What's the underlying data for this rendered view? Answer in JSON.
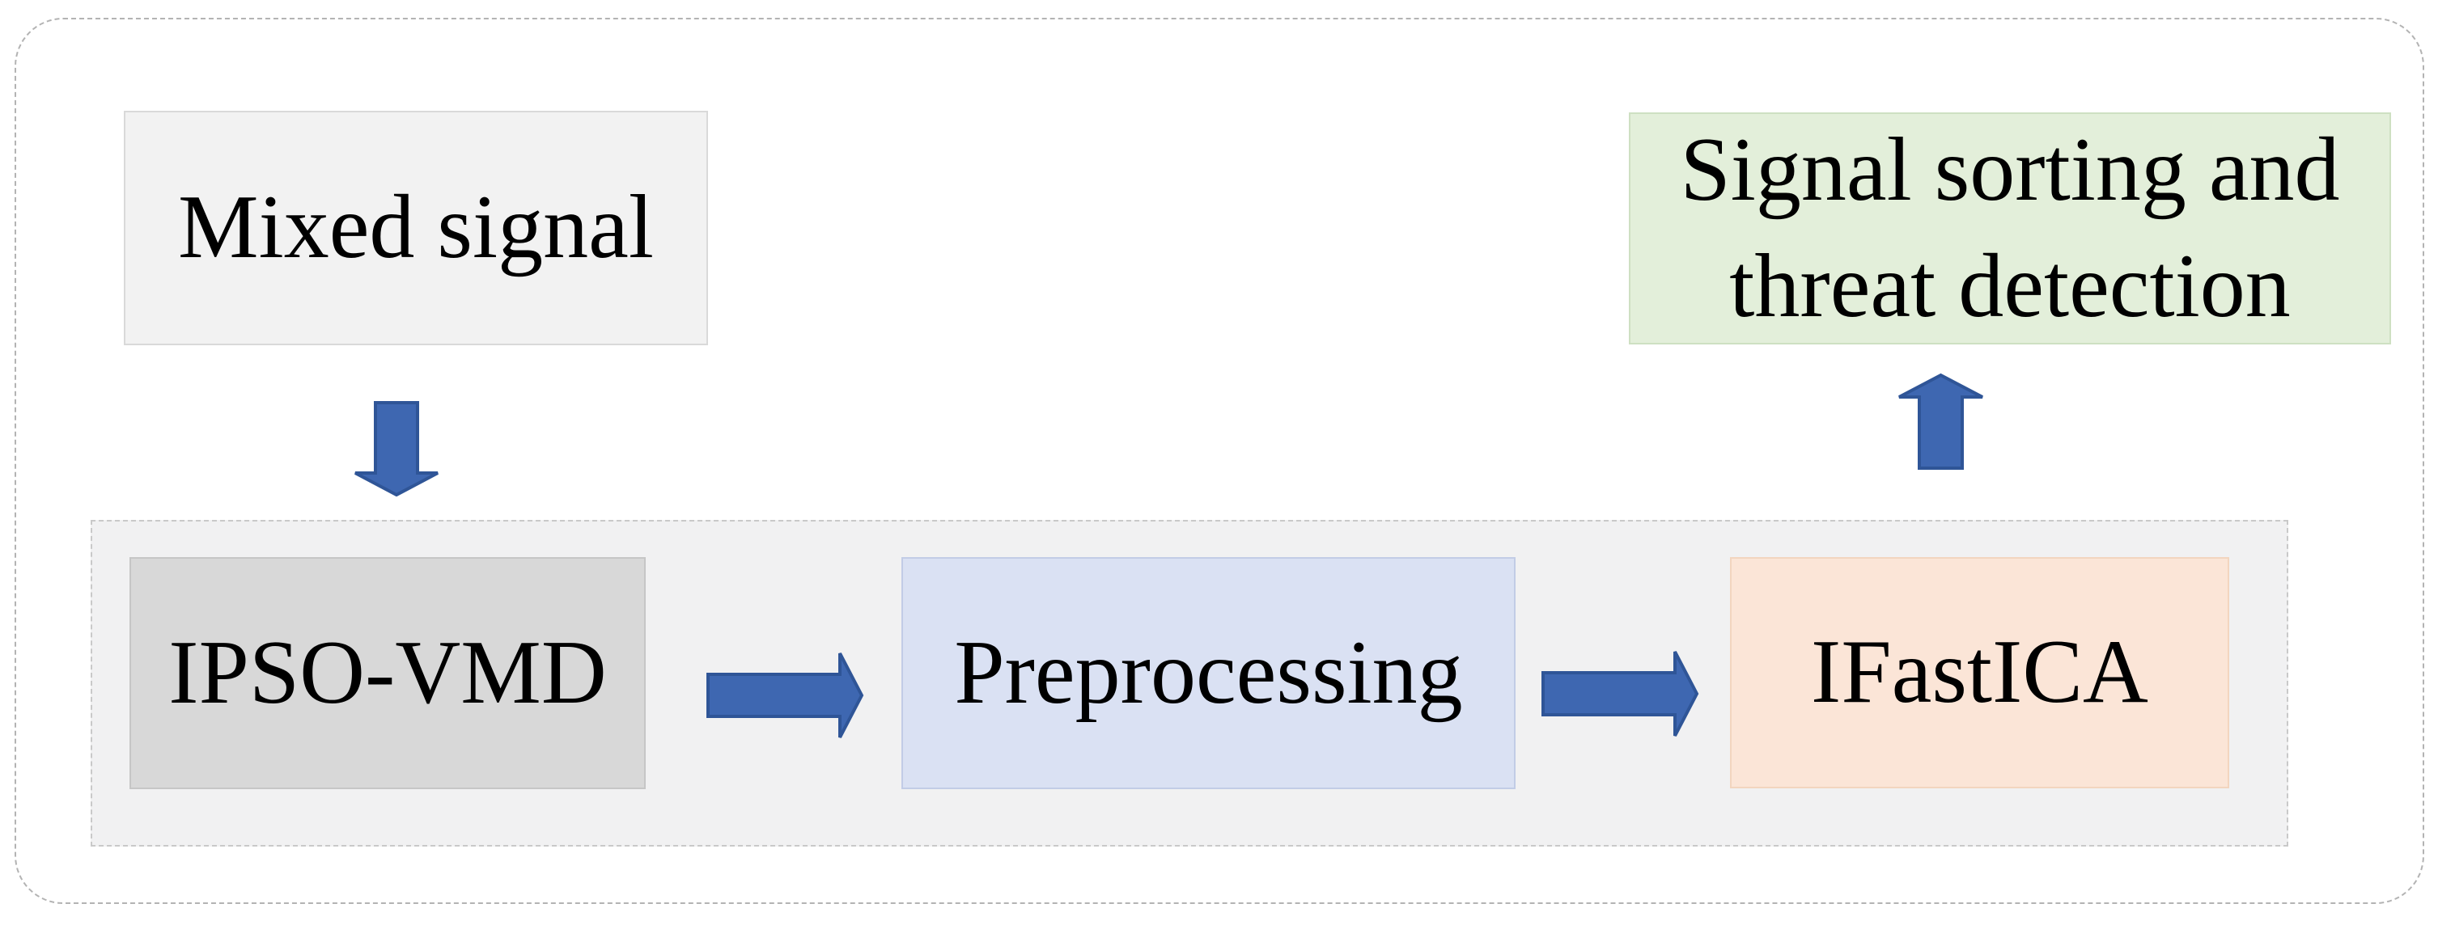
{
  "diagram": {
    "boxes": {
      "mixed_signal": {
        "label": "Mixed signal"
      },
      "ipso_vmd": {
        "label": "IPSO-VMD"
      },
      "preprocessing": {
        "label": "Preprocessing"
      },
      "ifastica": {
        "label": "IFastICA"
      },
      "signal_sorting": {
        "label": "Signal sorting and threat detection"
      }
    },
    "flow": [
      "mixed_signal -> ipso_vmd",
      "ipso_vmd -> preprocessing",
      "preprocessing -> ifastica",
      "ifastica -> signal_sorting"
    ],
    "colors": {
      "arrow_fill": "#3E67B1",
      "arrow_stroke": "#2F5597",
      "mixed_fill": "#F2F2F2",
      "mixed_border": "#D9D9D9",
      "ipso_fill": "#D8D8D8",
      "ipso_border": "#C6C6C6",
      "pre_fill": "#DAE1F3",
      "pre_border": "#C2CCE6",
      "ifast_fill": "#FBE5D7",
      "ifast_border": "#F2D5BF",
      "sorting_fill": "#E3EFDA",
      "sorting_border": "#CEE0C2",
      "container_fill": "#F1F1F2",
      "container_border": "#C9C9C9",
      "outer_border": "#B3B3B3"
    }
  }
}
